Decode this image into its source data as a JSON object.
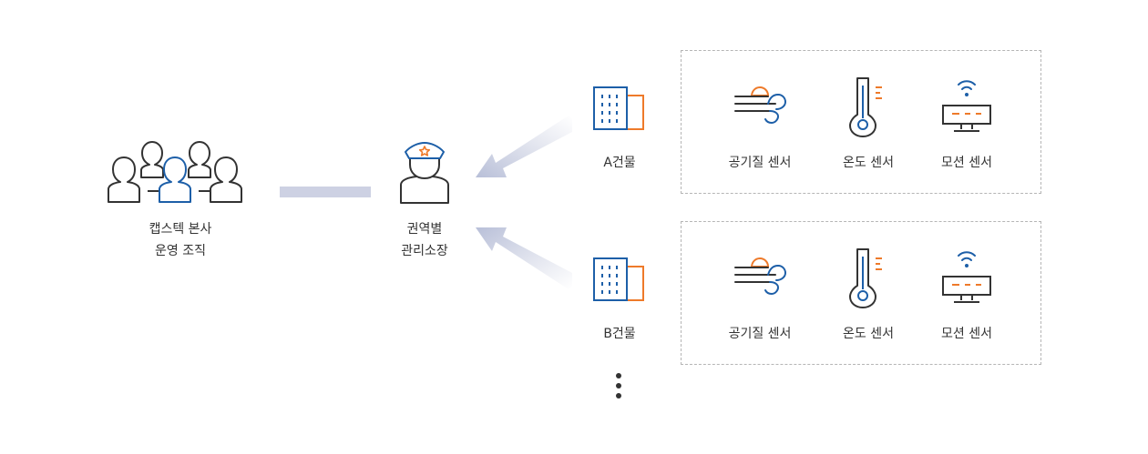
{
  "headquarters": {
    "line1": "캡스텍 본사",
    "line2": "운영 조직"
  },
  "manager": {
    "line1": "권역별",
    "line2": "관리소장"
  },
  "buildings": [
    {
      "name": "A건물",
      "sensors": [
        {
          "label": "공기질 센서",
          "icon": "wind-icon"
        },
        {
          "label": "온도 센서",
          "icon": "thermometer-icon"
        },
        {
          "label": "모션 센서",
          "icon": "motion-sensor-icon"
        }
      ]
    },
    {
      "name": "B건물",
      "sensors": [
        {
          "label": "공기질 센서",
          "icon": "wind-icon"
        },
        {
          "label": "온도 센서",
          "icon": "thermometer-icon"
        },
        {
          "label": "모션 센서",
          "icon": "motion-sensor-icon"
        }
      ]
    }
  ],
  "colors": {
    "dark": "#333333",
    "blue": "#1d5fa8",
    "orange": "#ee7a2a",
    "connector": "#c5cade",
    "dashed_border": "#b5b5b5"
  }
}
